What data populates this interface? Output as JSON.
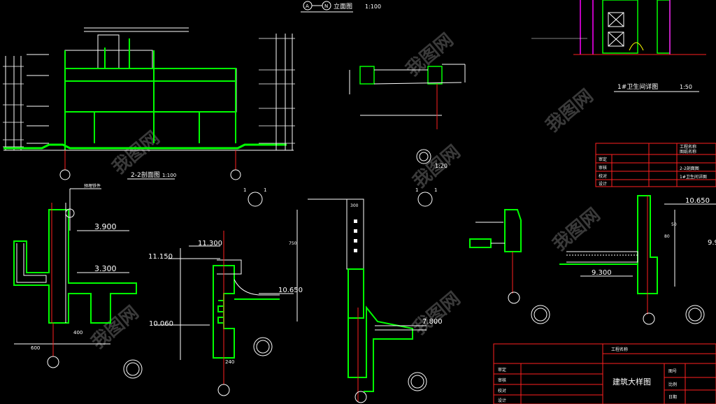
{
  "title_top": {
    "circle_a": "A",
    "circle_n": "N",
    "label": "立面图",
    "scale": "1:100"
  },
  "section_title": {
    "label": "2-2剖面图",
    "scale": "1:100"
  },
  "bathroom_title": {
    "label": "1#卫生间详图",
    "scale": "1:50"
  },
  "detail_labels": {
    "d1_top": "1",
    "d1_bot": "1",
    "d2_top": "1",
    "d2_bot": "1",
    "scale_120": "1:20",
    "gutter_note": "预埋铁件"
  },
  "elevations": {
    "e1": "3.900",
    "e2": "3.300",
    "e3": "11.300",
    "e4": "11.150",
    "e5": "10.650",
    "e6": "10.060",
    "e7": "7.800",
    "e8": "10.650",
    "e9": "9.300",
    "e10": "9.9"
  },
  "dims": {
    "d600": "600",
    "d400": "400",
    "d300": "300",
    "d240": "240",
    "d750": "750",
    "d80": "80",
    "d50": "50"
  },
  "title_block_main": {
    "project": "工程名称",
    "drawing": "建筑大样图",
    "rows": [
      "审定",
      "审核",
      "校对",
      "设计"
    ],
    "right_rows": [
      "图号",
      "比例",
      "日期"
    ]
  },
  "title_block_small": {
    "rows": [
      "审定",
      "审核",
      "校对",
      "设计"
    ],
    "items": [
      "工程名称",
      "图纸名称",
      "2-2剖面图",
      "1#卫生间详图"
    ]
  },
  "watermark": "我图网",
  "colors": {
    "green": "#00ff00",
    "white": "#ffffff",
    "red": "#ff2020",
    "magenta": "#ff00ff",
    "yellow": "#ffff00"
  }
}
